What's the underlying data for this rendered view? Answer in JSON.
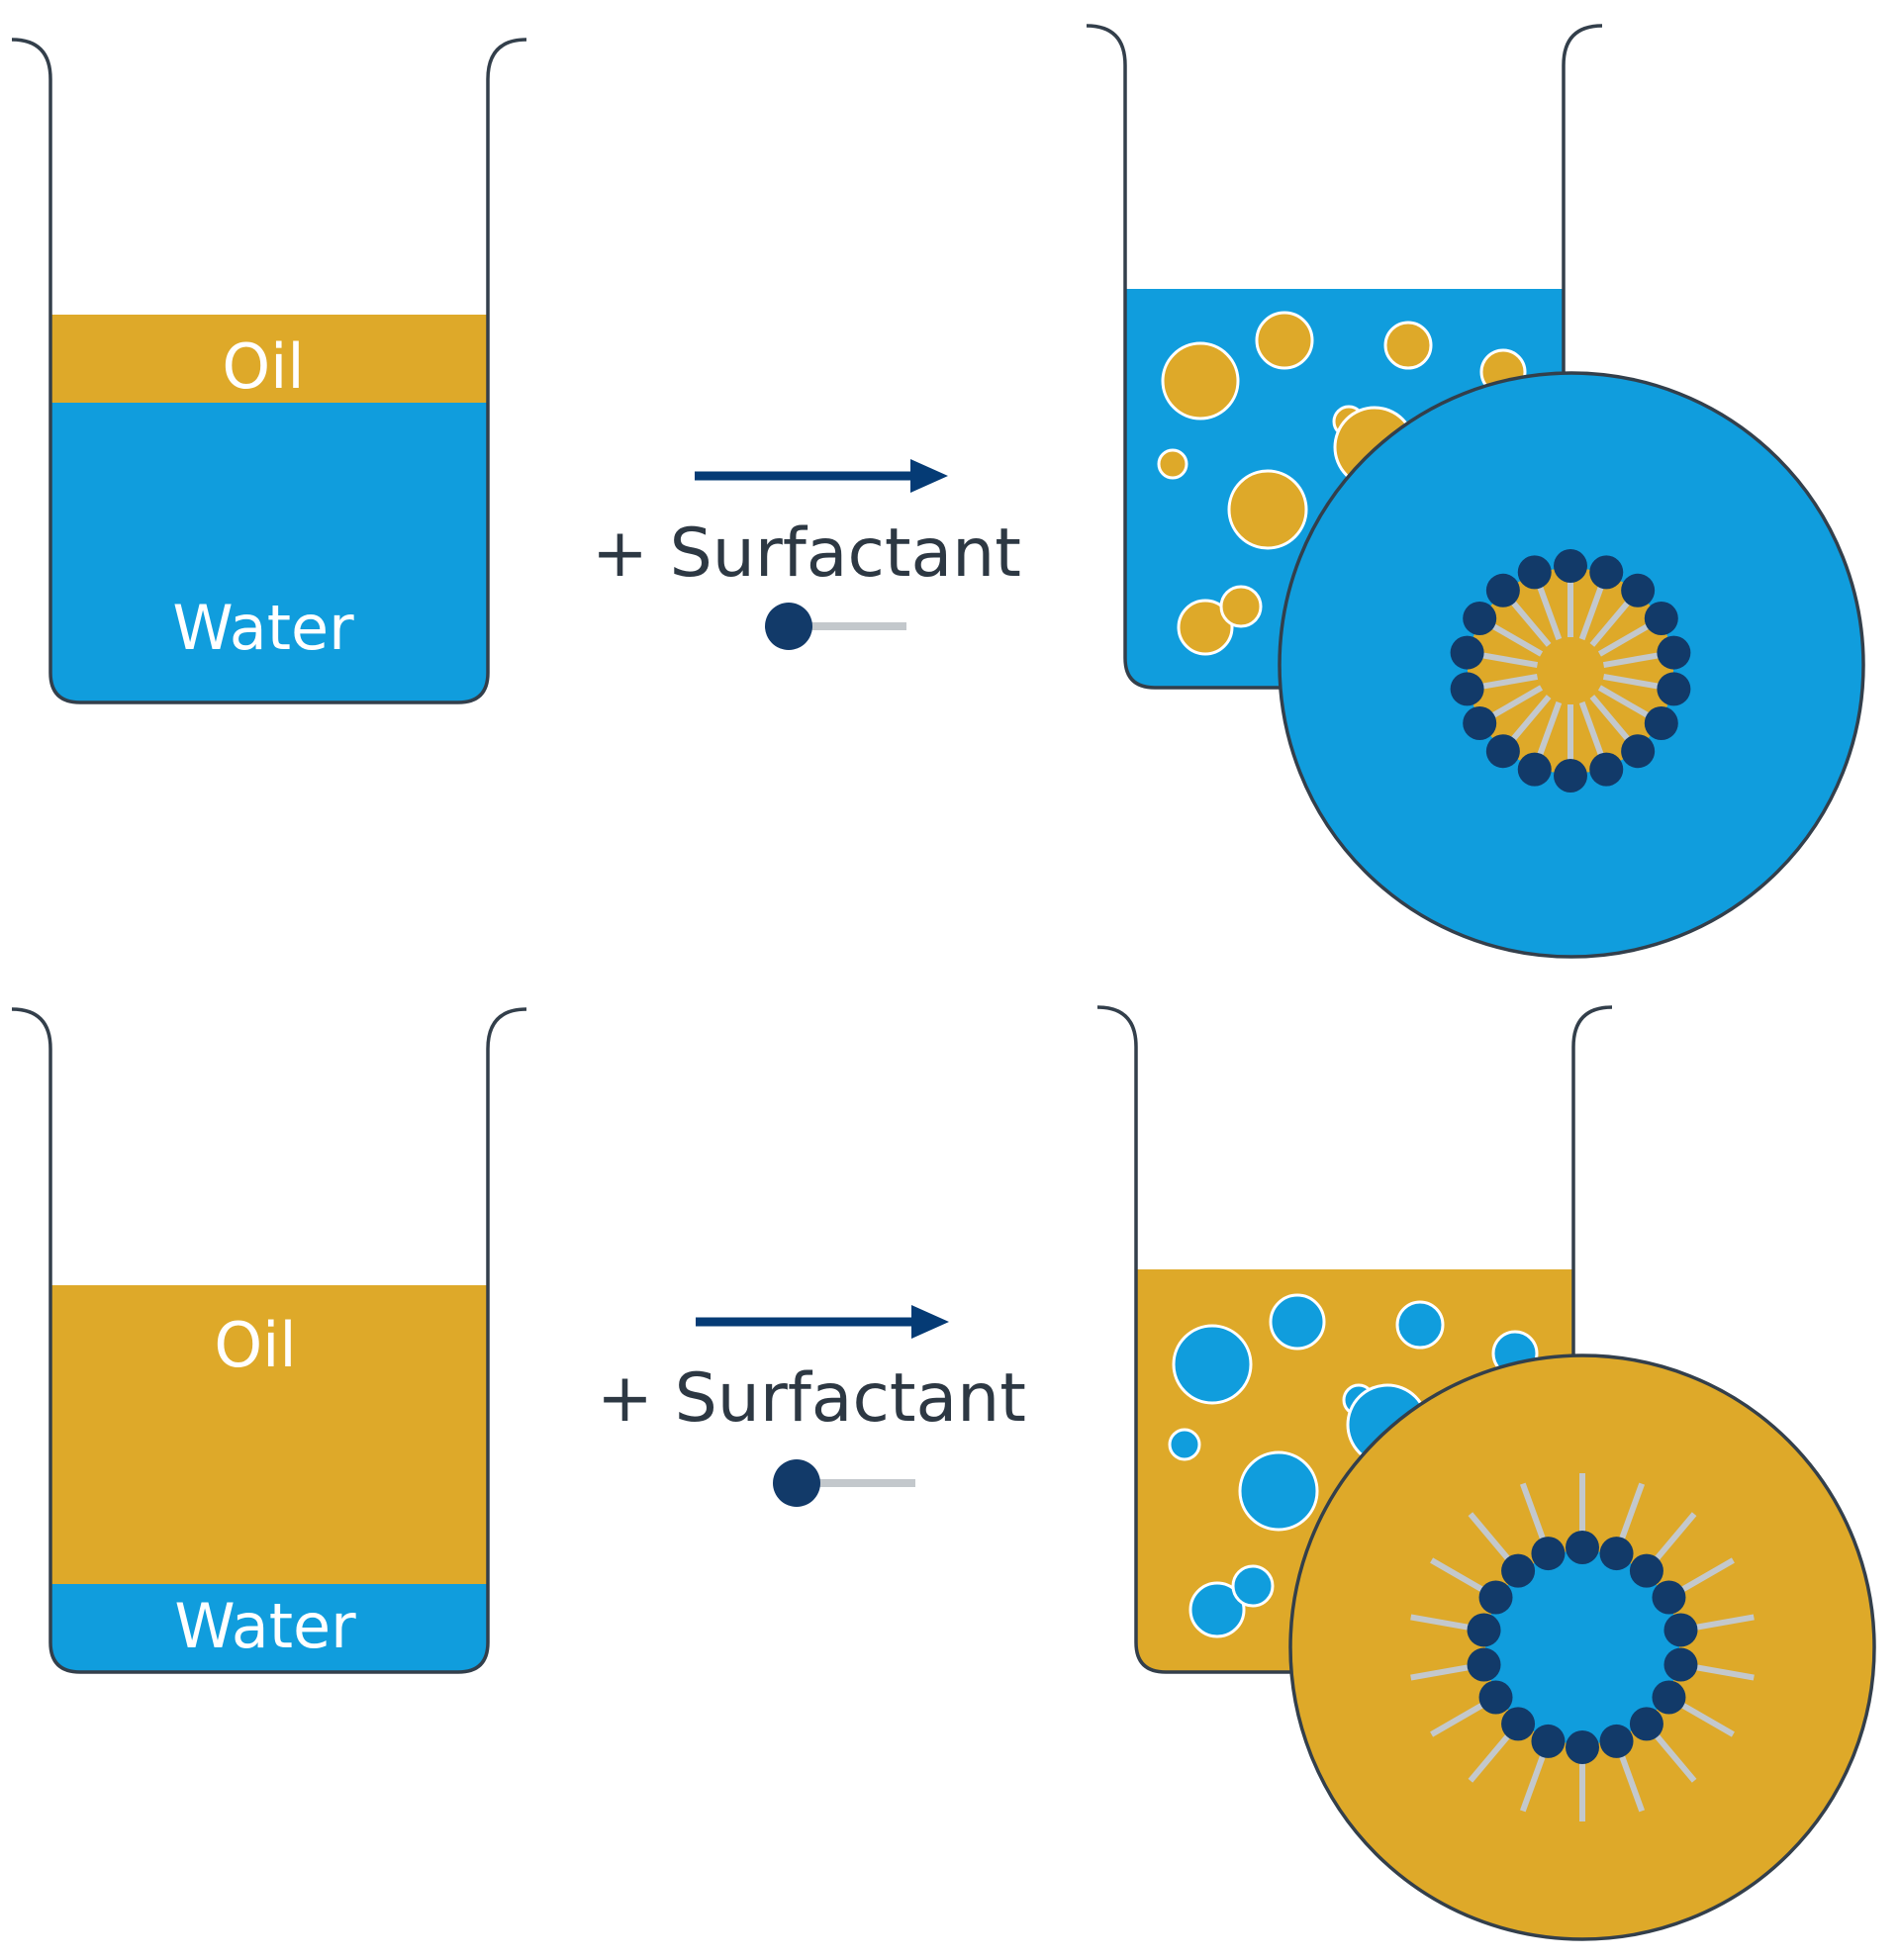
{
  "colors": {
    "water": "#109DDD",
    "oil": "#DEA929",
    "outline": "#333F4B",
    "arrow": "#053B75",
    "surfactant_head": "#123A69",
    "surfactant_tail": "#C3C8CC",
    "droplet_border": "#FFFFFF",
    "label_white": "#FFFFFF",
    "label_dark": "#2D3843"
  },
  "panels": [
    {
      "name": "oil-in-water",
      "before": {
        "top_layer": "Oil",
        "bottom_layer": "Water",
        "top_fill": "oil",
        "bottom_fill": "water",
        "top_fraction": 0.18,
        "bottom_fraction": 0.82
      },
      "arrow_label": "+ Surfactant",
      "after": {
        "continuous_phase": "water",
        "dispersed_phase": "oil",
        "micelle_heads": 18,
        "micelle_orientation": "tails-inward"
      }
    },
    {
      "name": "water-in-oil",
      "before": {
        "top_layer": "Oil",
        "bottom_layer": "Water",
        "top_fill": "oil",
        "bottom_fill": "water",
        "top_fraction": 0.77,
        "bottom_fraction": 0.23
      },
      "arrow_label": "+ Surfactant",
      "after": {
        "continuous_phase": "oil",
        "dispersed_phase": "water",
        "micelle_heads": 18,
        "micelle_orientation": "tails-outward"
      }
    }
  ]
}
